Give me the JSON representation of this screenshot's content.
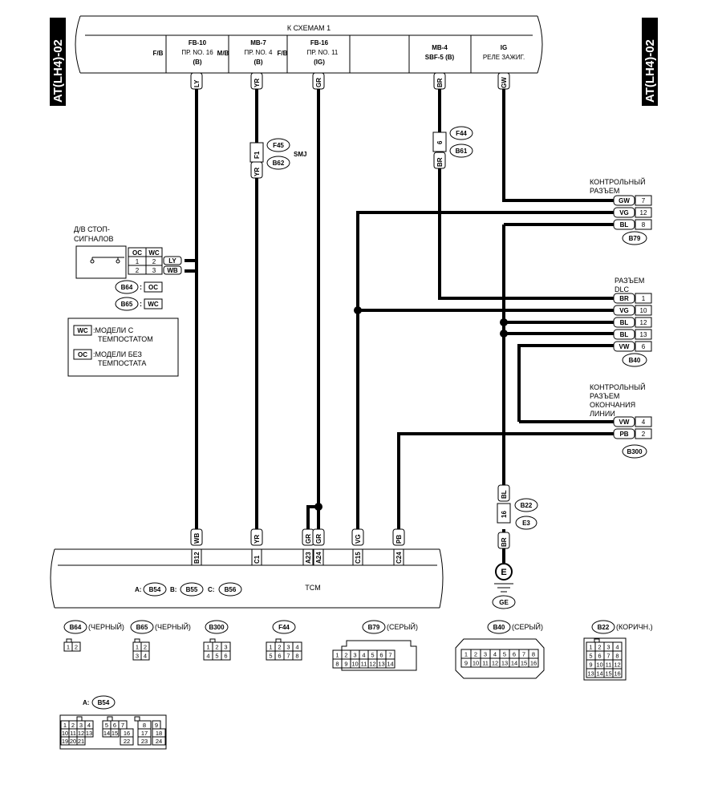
{
  "side_tags": {
    "left": "AT(LH4)-02",
    "right": "AT(LH4)-02"
  },
  "top_box": {
    "title": "К СХЕМАМ 1",
    "fuse1": {
      "prefix": "F/B",
      "name": "FB-10",
      "line2": "ПР. NO. 16",
      "line3": "(B)"
    },
    "fuse2": {
      "prefix": "M/B",
      "name": "MB-7",
      "line2": "ПР. NO. 4",
      "line3": "(B)"
    },
    "fuse3": {
      "prefix": "F/B",
      "name": "FB-16",
      "line2": "ПР. NO. 11",
      "line3": "(IG)"
    },
    "fuse4": {
      "name": "MB-4",
      "line2": "SBF-5 (B)"
    },
    "relay": {
      "name": "IG",
      "line2": "РЕЛЕ ЗАЖИГ."
    }
  },
  "wires": {
    "ly": "LY",
    "yr": "YR",
    "gr": "GR",
    "br": "BR",
    "gw": "GW",
    "wb": "WB",
    "vg": "VG",
    "pb": "PB",
    "bl": "BL"
  },
  "smj": {
    "label": "SMJ",
    "pin": "F1",
    "conn_a": "F45",
    "conn_b": "B62"
  },
  "joint_f44": {
    "pin": "6",
    "conn_a": "F44",
    "conn_b": "B61"
  },
  "stop_switch": {
    "title1": "Д/В СТОП-",
    "title2": "СИГНАЛОВ",
    "col_oc": "OC",
    "col_wc": "WC",
    "row1": [
      "1",
      "2"
    ],
    "row2": [
      "2",
      "3"
    ],
    "conn1": "B64",
    "conn1_tag": "OC",
    "conn2": "B65",
    "conn2_tag": "WC"
  },
  "legend": {
    "wc_tag": "WC",
    "wc_line1": ":МОДЕЛИ С",
    "wc_line2": "ТЕМПОСТАТОМ",
    "oc_tag": "OC",
    "oc_line1": ":МОДЕЛИ БЕЗ",
    "oc_line2": "ТЕМПОСТАТА"
  },
  "check_connector": {
    "title1": "КОНТРОЛЬНЫЙ",
    "title2": "РАЗЪЕМ",
    "rows": [
      {
        "wire": "GW",
        "pin": "7"
      },
      {
        "wire": "VG",
        "pin": "12"
      },
      {
        "wire": "BL",
        "pin": "8"
      }
    ],
    "conn": "B79"
  },
  "dlc": {
    "title1": "РАЗЪЕМ",
    "title2": "DLC",
    "rows": [
      {
        "wire": "BR",
        "pin": "1"
      },
      {
        "wire": "VG",
        "pin": "10"
      },
      {
        "wire": "BL",
        "pin": "12"
      },
      {
        "wire": "BL",
        "pin": "13"
      },
      {
        "wire": "VW",
        "pin": "6"
      }
    ],
    "conn": "B40"
  },
  "terminator": {
    "title1": "КОНТРОЛЬНЫЙ",
    "title2": "РАЗЪЕМ",
    "title3": "ОКОНЧАНИЯ",
    "title4": "ЛИНИИ",
    "rows": [
      {
        "wire": "VW",
        "pin": "4"
      },
      {
        "wire": "PB",
        "pin": "2"
      }
    ],
    "conn": "B300"
  },
  "ground": {
    "pin": "16",
    "conn_a": "B22",
    "conn_b": "E3",
    "symbol": "E",
    "name": "GE"
  },
  "tcm": {
    "label": "TCM",
    "pins": [
      "B12",
      "C1",
      "A23",
      "A24",
      "C15",
      "C24"
    ],
    "wires": [
      "WB",
      "YR",
      "GR",
      "GR",
      "VG",
      "PB"
    ],
    "a": "A:",
    "a_conn": "B54",
    "b": "B:",
    "b_conn": "B55",
    "c": "C:",
    "c_conn": "B56"
  },
  "connector_views": {
    "b64": {
      "name": "B64",
      "color": "(ЧЕРНЫЙ)",
      "rows": [
        [
          "1",
          "2"
        ]
      ]
    },
    "b65": {
      "name": "B65",
      "color": "(ЧЕРНЫЙ)",
      "rows": [
        [
          "1",
          "2"
        ],
        [
          "3",
          "4"
        ]
      ]
    },
    "b300": {
      "name": "B300",
      "rows": [
        [
          "1",
          "2",
          "3"
        ],
        [
          "4",
          "5",
          "6"
        ]
      ]
    },
    "f44": {
      "name": "F44",
      "rows": [
        [
          "1",
          "2",
          "3",
          "4"
        ],
        [
          "5",
          "6",
          "7",
          "8"
        ]
      ]
    },
    "b79": {
      "name": "B79",
      "color": "(СЕРЫЙ)",
      "rows": [
        [
          "1",
          "2",
          "3",
          "4",
          "5",
          "6",
          "7"
        ],
        [
          "8",
          "9",
          "10",
          "11",
          "12",
          "13",
          "14"
        ]
      ]
    },
    "b40": {
      "name": "B40",
      "color": "(СЕРЫЙ)",
      "rows": [
        [
          "1",
          "2",
          "3",
          "4",
          "5",
          "6",
          "7",
          "8"
        ],
        [
          "9",
          "10",
          "11",
          "12",
          "13",
          "14",
          "15",
          "16"
        ]
      ]
    },
    "b22": {
      "name": "B22",
      "color": "(КОРИЧН.)",
      "rows": [
        [
          "1",
          "2",
          "3",
          "4"
        ],
        [
          "5",
          "6",
          "7",
          "8"
        ],
        [
          "9",
          "10",
          "11",
          "12"
        ],
        [
          "13",
          "14",
          "15",
          "16"
        ]
      ]
    },
    "b54": {
      "prefix": "A:",
      "name": "B54",
      "rows": [
        [
          "1",
          "2",
          "3",
          "4",
          "5",
          "6",
          "7",
          "8",
          "9"
        ],
        [
          "10",
          "11",
          "12",
          "13",
          "14",
          "15",
          "16",
          "17",
          "18"
        ],
        [
          "19",
          "20",
          "21",
          "22",
          "23",
          "24"
        ]
      ]
    }
  }
}
